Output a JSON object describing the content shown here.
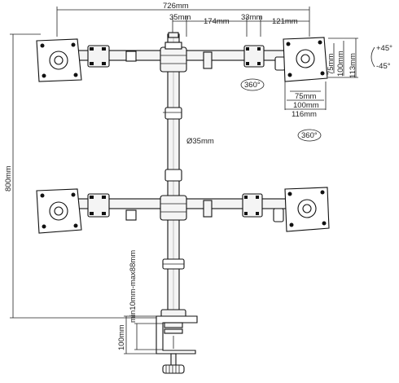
{
  "dimensions": {
    "total_width": "726mm",
    "pole_offset": "35mm",
    "arm_segment_1": "174mm",
    "arm_segment_2": "33mm",
    "arm_segment_3": "121mm",
    "height": "800mm",
    "pole_diameter": "Ø35mm",
    "vesa_75_h": "75mm",
    "vesa_100_h": "100mm",
    "plate_113_h": "113mm",
    "vesa_75_w": "75mm",
    "vesa_100_w": "100mm",
    "plate_116_w": "116mm",
    "clamp_range": "min10mm-max88mm",
    "clamp_height": "100mm"
  },
  "rotation": {
    "arm_swivel": "360°",
    "plate_rotation": "360°",
    "tilt_up": "+45°",
    "tilt_down": "-45°"
  }
}
